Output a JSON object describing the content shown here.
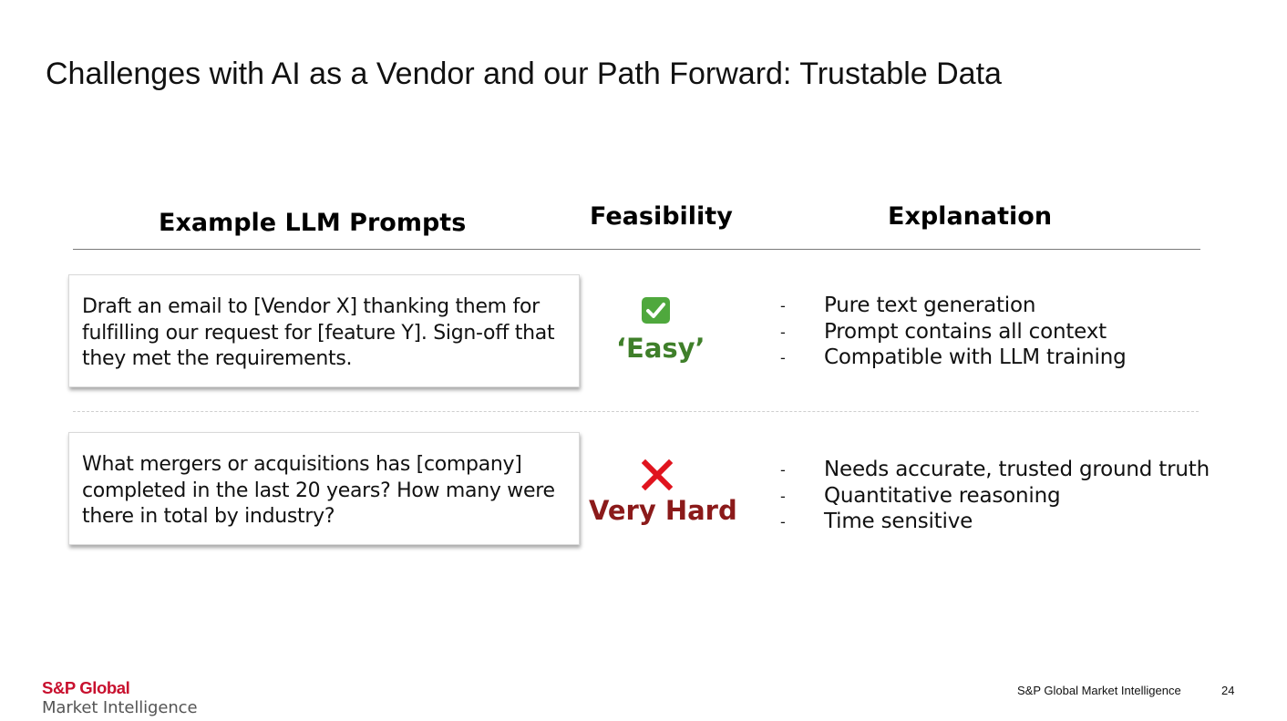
{
  "slide": {
    "title": "Challenges with AI as a Vendor and our Path Forward: Trustable Data"
  },
  "table": {
    "headers": {
      "prompts": "Example LLM Prompts",
      "feasibility": "Feasibility",
      "explanation": "Explanation"
    },
    "rows": [
      {
        "prompt_lines": [
          "Draft an email to [Vendor X] thanking them for",
          "fulfilling our request for [feature Y]. Sign-off that",
          "they met the requirements."
        ],
        "feasibility_icon": "check-mark-icon",
        "feasibility_label": "‘Easy’",
        "feasibility_color": "#3f7f2a",
        "explanation": [
          "Pure text generation",
          "Prompt contains all context",
          "Compatible with LLM training"
        ]
      },
      {
        "prompt_lines": [
          "What mergers or acquisitions has [company]",
          "completed in the last 20 years? How many were",
          "there in total by industry?"
        ],
        "feasibility_icon": "cross-mark-icon",
        "feasibility_label": "Very Hard",
        "feasibility_color": "#8b1a1a",
        "explanation": [
          "Needs accurate, trusted ground truth",
          "Quantitative reasoning",
          "Time sensitive"
        ]
      }
    ],
    "bullet_char": "-"
  },
  "footer": {
    "logo_line1": "S&P Global",
    "logo_line2": "Market Intelligence",
    "company": "S&P Global Market Intelligence",
    "page_number": "24",
    "brand_color": "#c8102e"
  }
}
